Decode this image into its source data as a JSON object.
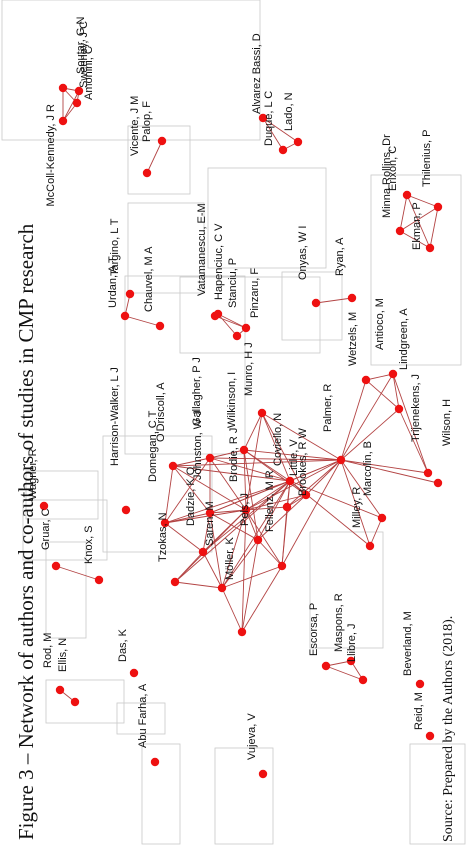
{
  "caption": "Figure 3 – Network of authors and co-authors of studies in CMP research",
  "source": "Source: Prepared by the Authors (2018).",
  "colors": {
    "node": "#ee1111",
    "edge": "#b34444",
    "box": "#c8c8c8"
  },
  "nodes": [
    {
      "id": "soutar",
      "label": "Soutar, G N"
    },
    {
      "id": "sweeney",
      "label": "Sweeney, J C"
    },
    {
      "id": "amonini",
      "label": "Amonini, C"
    },
    {
      "id": "mccoll",
      "label": "McColl-Kennedy, J R"
    },
    {
      "id": "vicente",
      "label": "Vicente, J M"
    },
    {
      "id": "palop",
      "label": "Palop, F"
    },
    {
      "id": "alvarez",
      "label": "Alvarez Bassi, D"
    },
    {
      "id": "duque",
      "label": "Duque, L C"
    },
    {
      "id": "lado",
      "label": "Lado, N"
    },
    {
      "id": "erixon",
      "label": "Erixon, C"
    },
    {
      "id": "thilenius",
      "label": "Thilenius, P"
    },
    {
      "id": "minna",
      "label": "Minna Rollins, Dr"
    },
    {
      "id": "ekman",
      "label": "Ekman, P"
    },
    {
      "id": "targino",
      "label": "Targino, L T"
    },
    {
      "id": "urdan",
      "label": "Urdan, A T"
    },
    {
      "id": "chauvel",
      "label": "Chauvel, M A"
    },
    {
      "id": "vatamanescu",
      "label": "Vatamanescu, E-M"
    },
    {
      "id": "hapenciuc",
      "label": "Hapenciuc, C V"
    },
    {
      "id": "stanciu",
      "label": "Stanciu, P"
    },
    {
      "id": "pinzaru",
      "label": "Pinzaru, F"
    },
    {
      "id": "onyas",
      "label": "Onyas, W I"
    },
    {
      "id": "ryan",
      "label": "Ryan, A"
    },
    {
      "id": "wagner",
      "label": "Wagner, R"
    },
    {
      "id": "harrison",
      "label": "Harrison-Walker, L J"
    },
    {
      "id": "gruar",
      "label": "Gruar, C"
    },
    {
      "id": "knox",
      "label": "Knox, S"
    },
    {
      "id": "rod",
      "label": "Rod, M"
    },
    {
      "id": "ellis",
      "label": "Ellis, N"
    },
    {
      "id": "das",
      "label": "Das, K"
    },
    {
      "id": "abufarha",
      "label": "Abu Farha, A"
    },
    {
      "id": "vujeva",
      "label": "Vujeva, V"
    },
    {
      "id": "reid",
      "label": "Reid, M"
    },
    {
      "id": "beverland",
      "label": "Beverland, M"
    },
    {
      "id": "escorsa",
      "label": "Escorsa, P"
    },
    {
      "id": "maspons",
      "label": "Maspons, R"
    },
    {
      "id": "llibre",
      "label": "Llibre, J"
    },
    {
      "id": "wetzels",
      "label": "Wetzels, M"
    },
    {
      "id": "antioco",
      "label": "Antioco, M"
    },
    {
      "id": "lindgreen",
      "label": "Lindgreen, A"
    },
    {
      "id": "palmer",
      "label": "Palmer, R"
    },
    {
      "id": "trijenekens",
      "label": "Trijenekens, J"
    },
    {
      "id": "wilson",
      "label": "Wilson, H"
    },
    {
      "id": "munro",
      "label": "Munro, H J"
    },
    {
      "id": "wilkinson",
      "label": "Wilkinson, I"
    },
    {
      "id": "gallagher",
      "label": "Gallagher, P J"
    },
    {
      "id": "brodie",
      "label": "Brodie, R J"
    },
    {
      "id": "coviello",
      "label": "Coviello, N"
    },
    {
      "id": "little",
      "label": "Little, V"
    },
    {
      "id": "brookes",
      "label": "Brookes, R W"
    },
    {
      "id": "marcolin",
      "label": "Marcolin, B"
    },
    {
      "id": "milley",
      "label": "Milley, R"
    },
    {
      "id": "fellenz",
      "label": "Fellenz, M R"
    },
    {
      "id": "pels",
      "label": "Pels, J"
    },
    {
      "id": "johnston",
      "label": "Johnston, W J"
    },
    {
      "id": "odriscoll",
      "label": "O'Driscoll, A"
    },
    {
      "id": "domegan",
      "label": "Domegan, C T"
    },
    {
      "id": "dadzie",
      "label": "Dadzie, K Q"
    },
    {
      "id": "tzokas",
      "label": "Tzokas, N"
    },
    {
      "id": "saren",
      "label": "Saren, M"
    },
    {
      "id": "moller",
      "label": "Möller, K"
    }
  ]
}
